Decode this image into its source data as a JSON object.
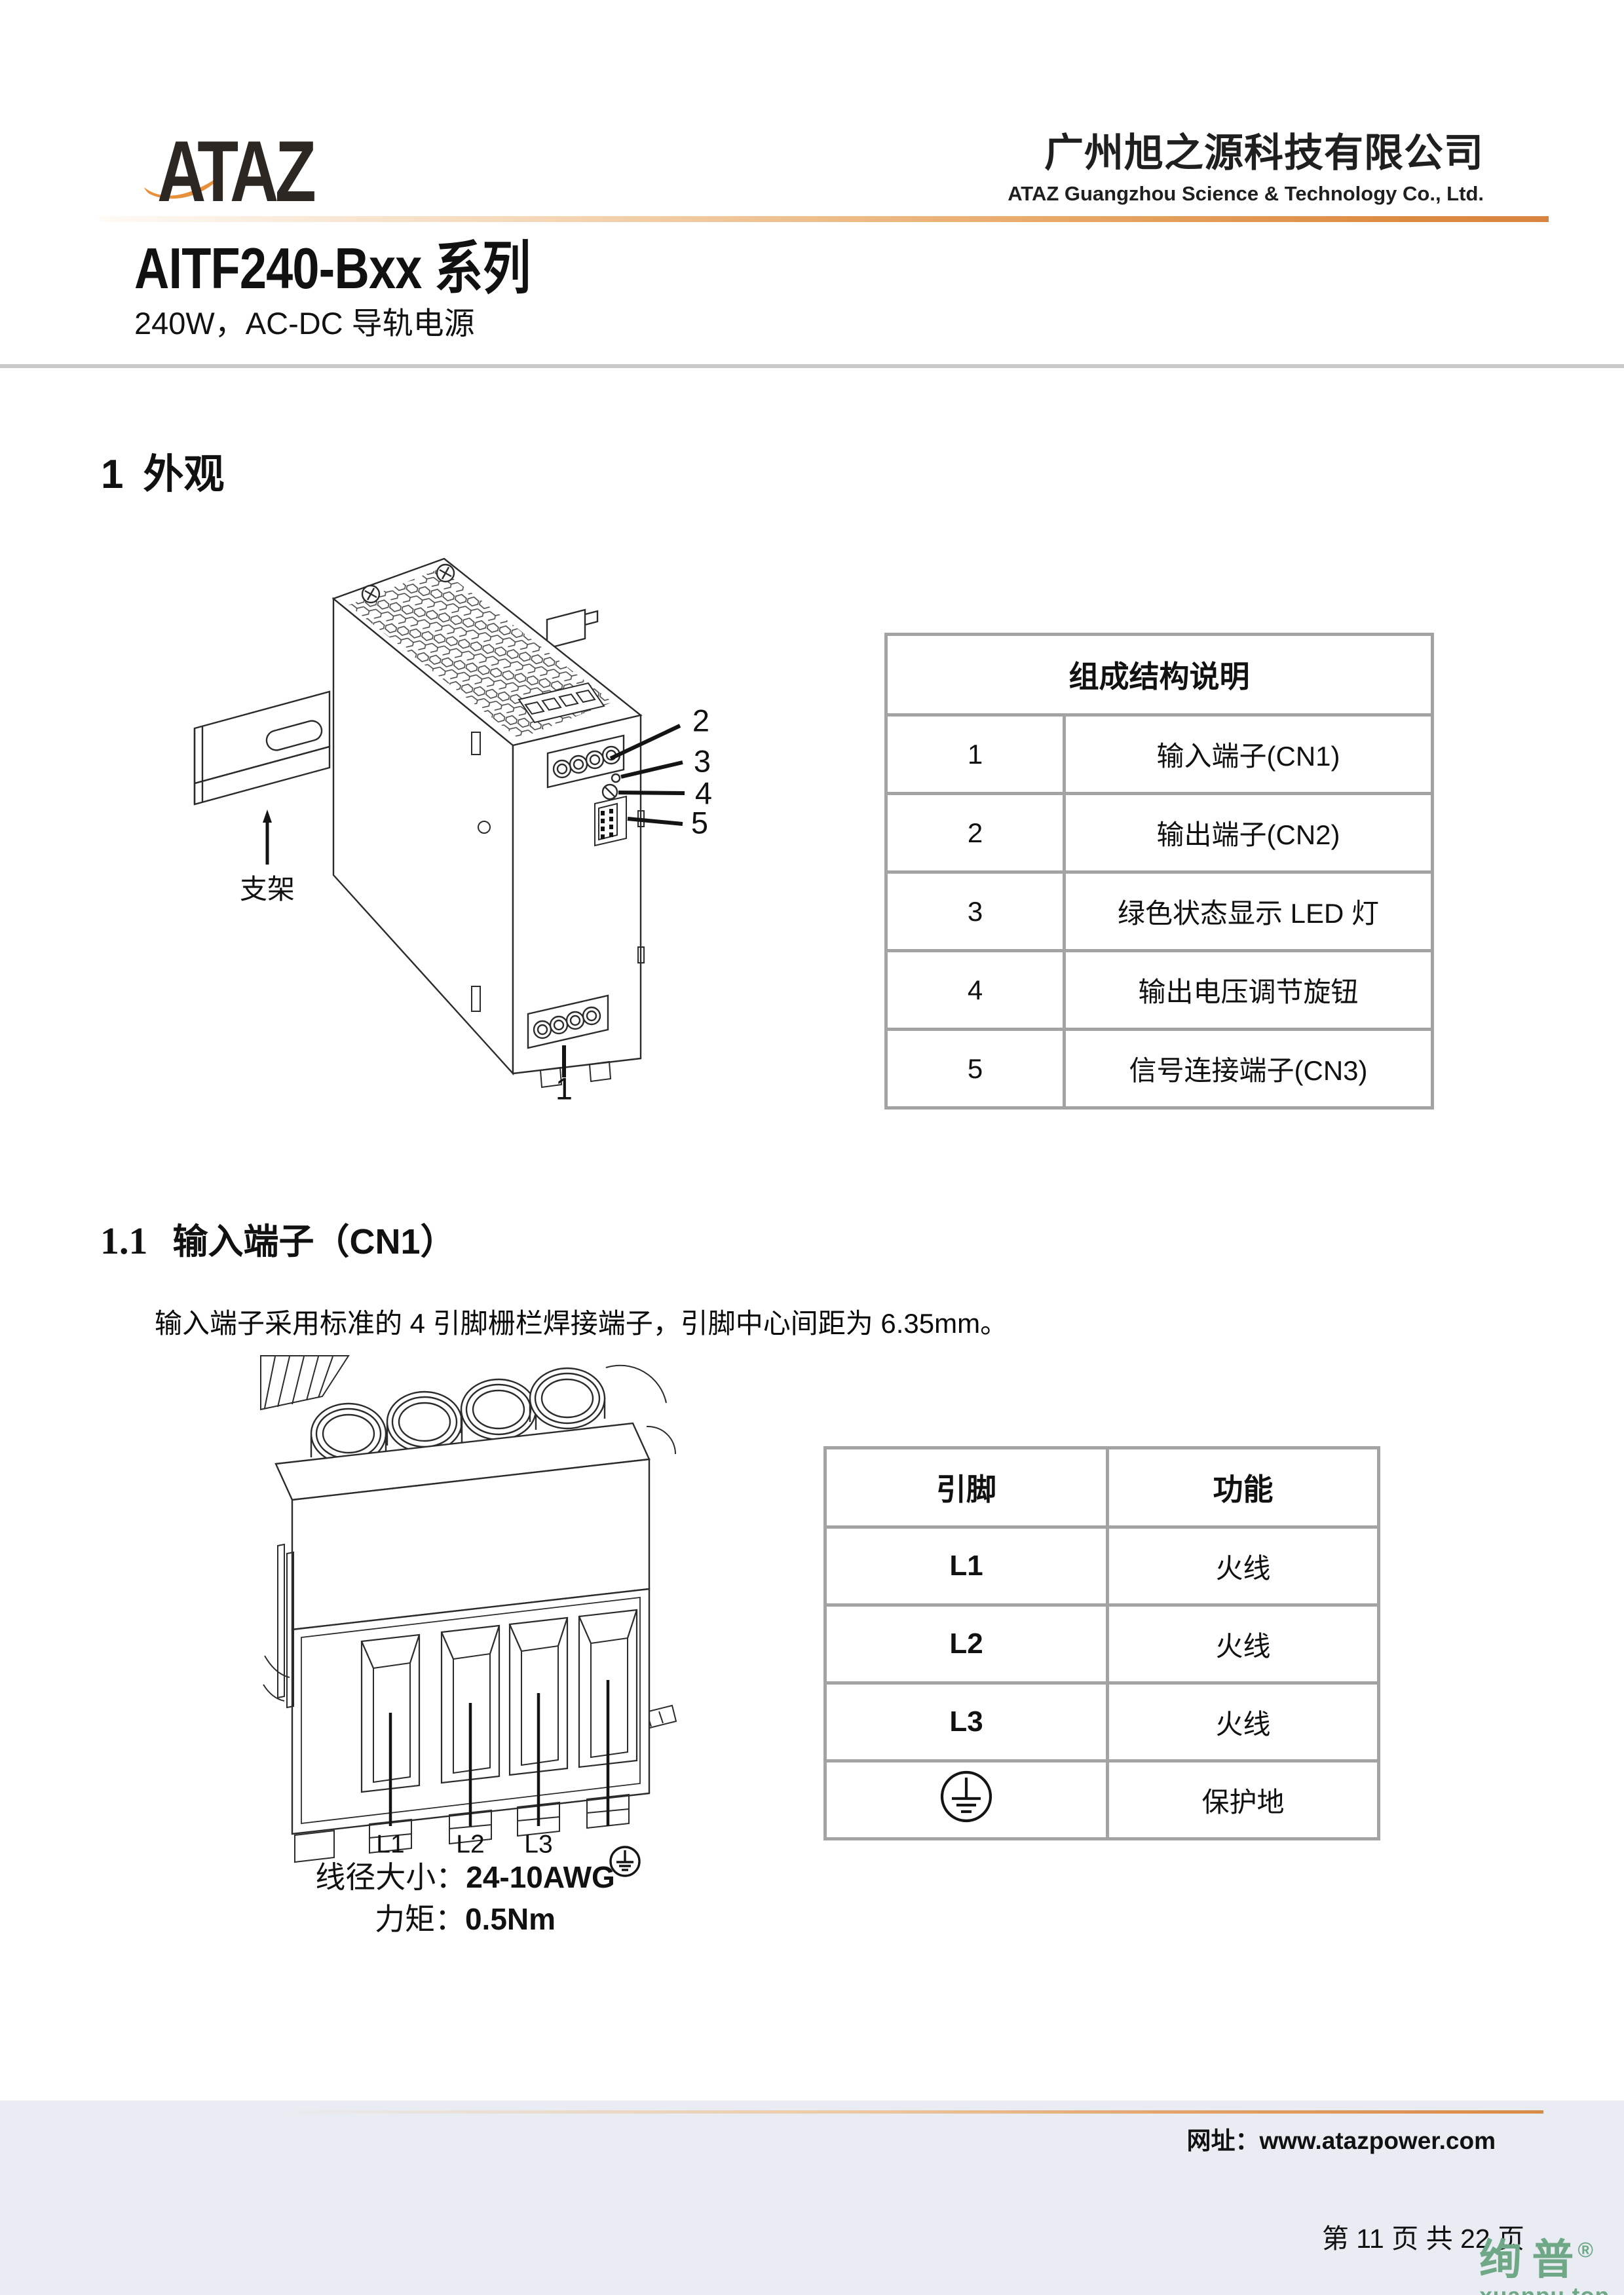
{
  "colors": {
    "accent_orange": "#e8913c",
    "rule_gray": "#c9c9c9",
    "table_border": "#a3a3a3",
    "footer_background": "#e9ecf2",
    "watermark_green": "#6ea887"
  },
  "header": {
    "logo_text": "ATAZ",
    "company_cn": "广州旭之源科技有限公司",
    "company_en": "ATAZ Guangzhou Science & Technology Co., Ltd."
  },
  "doc": {
    "title": "AITF240-Bxx 系列",
    "subtitle": "240W，AC-DC 导轨电源"
  },
  "section1": {
    "heading_num": "1",
    "heading_text": "外观",
    "figure": {
      "bracket_label": "支架",
      "callouts": {
        "input": "1",
        "output": "2",
        "led": "3",
        "knob": "4",
        "signal": "5"
      }
    },
    "table": {
      "title": "组成结构说明",
      "rows": [
        {
          "num": "1",
          "desc": "输入端子(CN1)"
        },
        {
          "num": "2",
          "desc": "输出端子(CN2)"
        },
        {
          "num": "3",
          "desc": "绿色状态显示 LED 灯"
        },
        {
          "num": "4",
          "desc": "输出电压调节旋钮"
        },
        {
          "num": "5",
          "desc": "信号连接端子(CN3)"
        }
      ]
    }
  },
  "section1_1": {
    "heading_num": "1.1",
    "heading_text": "输入端子（CN1）",
    "body": "输入端子采用标准的 4 引脚栅栏焊接端子，引脚中心间距为 6.35mm。",
    "figure": {
      "pins": [
        "L1",
        "L2",
        "L3"
      ],
      "wire_label": "线径大小：",
      "wire_value": "24-10AWG",
      "torque_label": "力矩：",
      "torque_value": "0.5Nm"
    },
    "table": {
      "col1": "引脚",
      "col2": "功能",
      "rows": [
        {
          "pin": "L1",
          "func": "火线"
        },
        {
          "pin": "L2",
          "func": "火线"
        },
        {
          "pin": "L3",
          "func": "火线"
        },
        {
          "pin": "",
          "func": "保护地"
        }
      ]
    }
  },
  "footer": {
    "site_label": "网址：",
    "site_url": "www.atazpower.com",
    "page_info": "第 11 页 共 22 页",
    "watermark_text": "绚普",
    "watermark_reg": "®",
    "watermark_domain": "xuanpu.top"
  }
}
